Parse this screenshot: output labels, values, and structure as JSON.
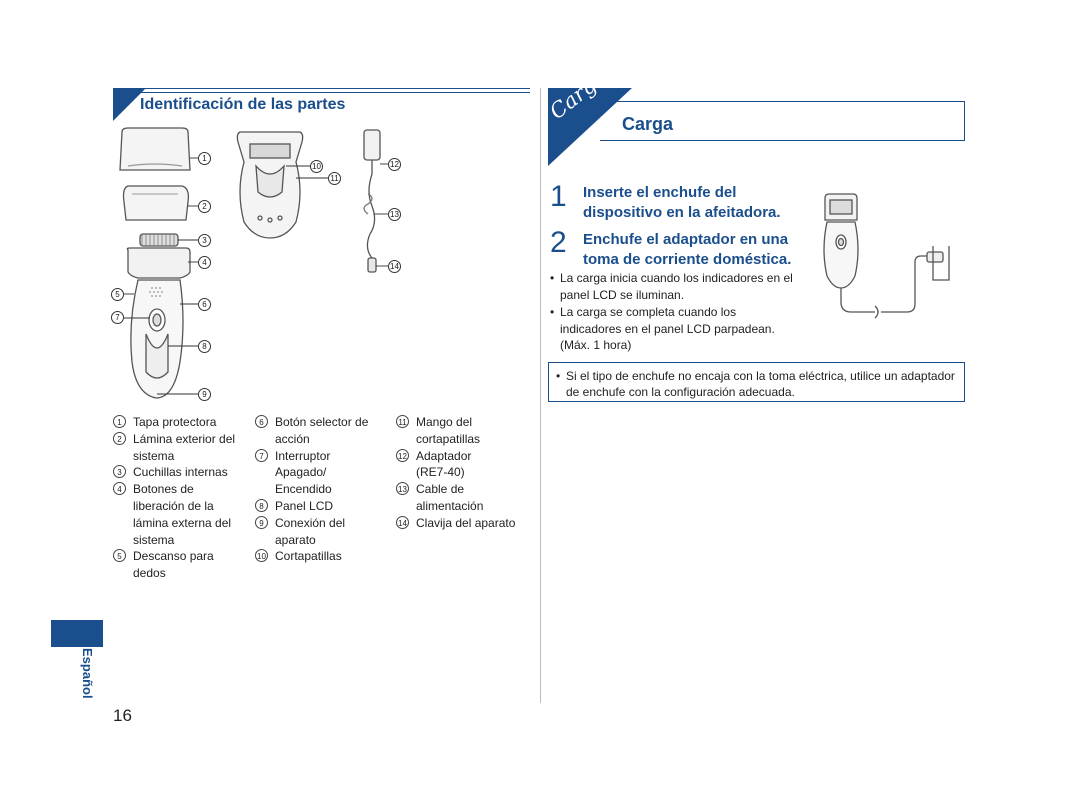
{
  "left": {
    "title": "Identificación de las partes",
    "callouts": [
      "1",
      "2",
      "3",
      "4",
      "5",
      "6",
      "7",
      "8",
      "9",
      "10",
      "11",
      "12",
      "13",
      "14"
    ],
    "parts": [
      {
        "num": "1",
        "label": "Tapa protectora"
      },
      {
        "num": "2",
        "label": "Lámina exterior del sistema"
      },
      {
        "num": "3",
        "label": "Cuchillas internas"
      },
      {
        "num": "4",
        "label": "Botones de liberación de la lámina externa del sistema"
      },
      {
        "num": "5",
        "label": "Descanso para dedos"
      },
      {
        "num": "6",
        "label": "Botón selector de acción"
      },
      {
        "num": "7",
        "label": "Interruptor Apagado/ Encendido"
      },
      {
        "num": "8",
        "label": "Panel LCD"
      },
      {
        "num": "9",
        "label": "Conexión del aparato"
      },
      {
        "num": "10",
        "label": "Cortapatillas"
      },
      {
        "num": "11",
        "label": "Mango del cortapatillas"
      },
      {
        "num": "12",
        "label": "Adaptador (RE7-40)"
      },
      {
        "num": "13",
        "label": "Cable de alimentación"
      },
      {
        "num": "14",
        "label": "Clavija del aparato"
      }
    ]
  },
  "right": {
    "banner_script": "Carga",
    "title": "Carga",
    "steps": [
      {
        "num": "1",
        "text": "Inserte el enchufe del dispositivo en la afeitadora."
      },
      {
        "num": "2",
        "text": "Enchufe el adaptador en una toma de corriente doméstica."
      }
    ],
    "bullets": [
      "La carga inicia cuando los indicadores en el panel LCD se iluminan.",
      "La carga se completa cuando los indicadores en el panel LCD parpadean. (Máx. 1 hora)"
    ],
    "note": "Si el tipo de enchufe no encaja con la toma eléctrica, utilice un adaptador de enchufe con la configuración adecuada."
  },
  "footer": {
    "language": "Español",
    "page_number": "16"
  },
  "colors": {
    "accent": "#1a4e8c"
  }
}
